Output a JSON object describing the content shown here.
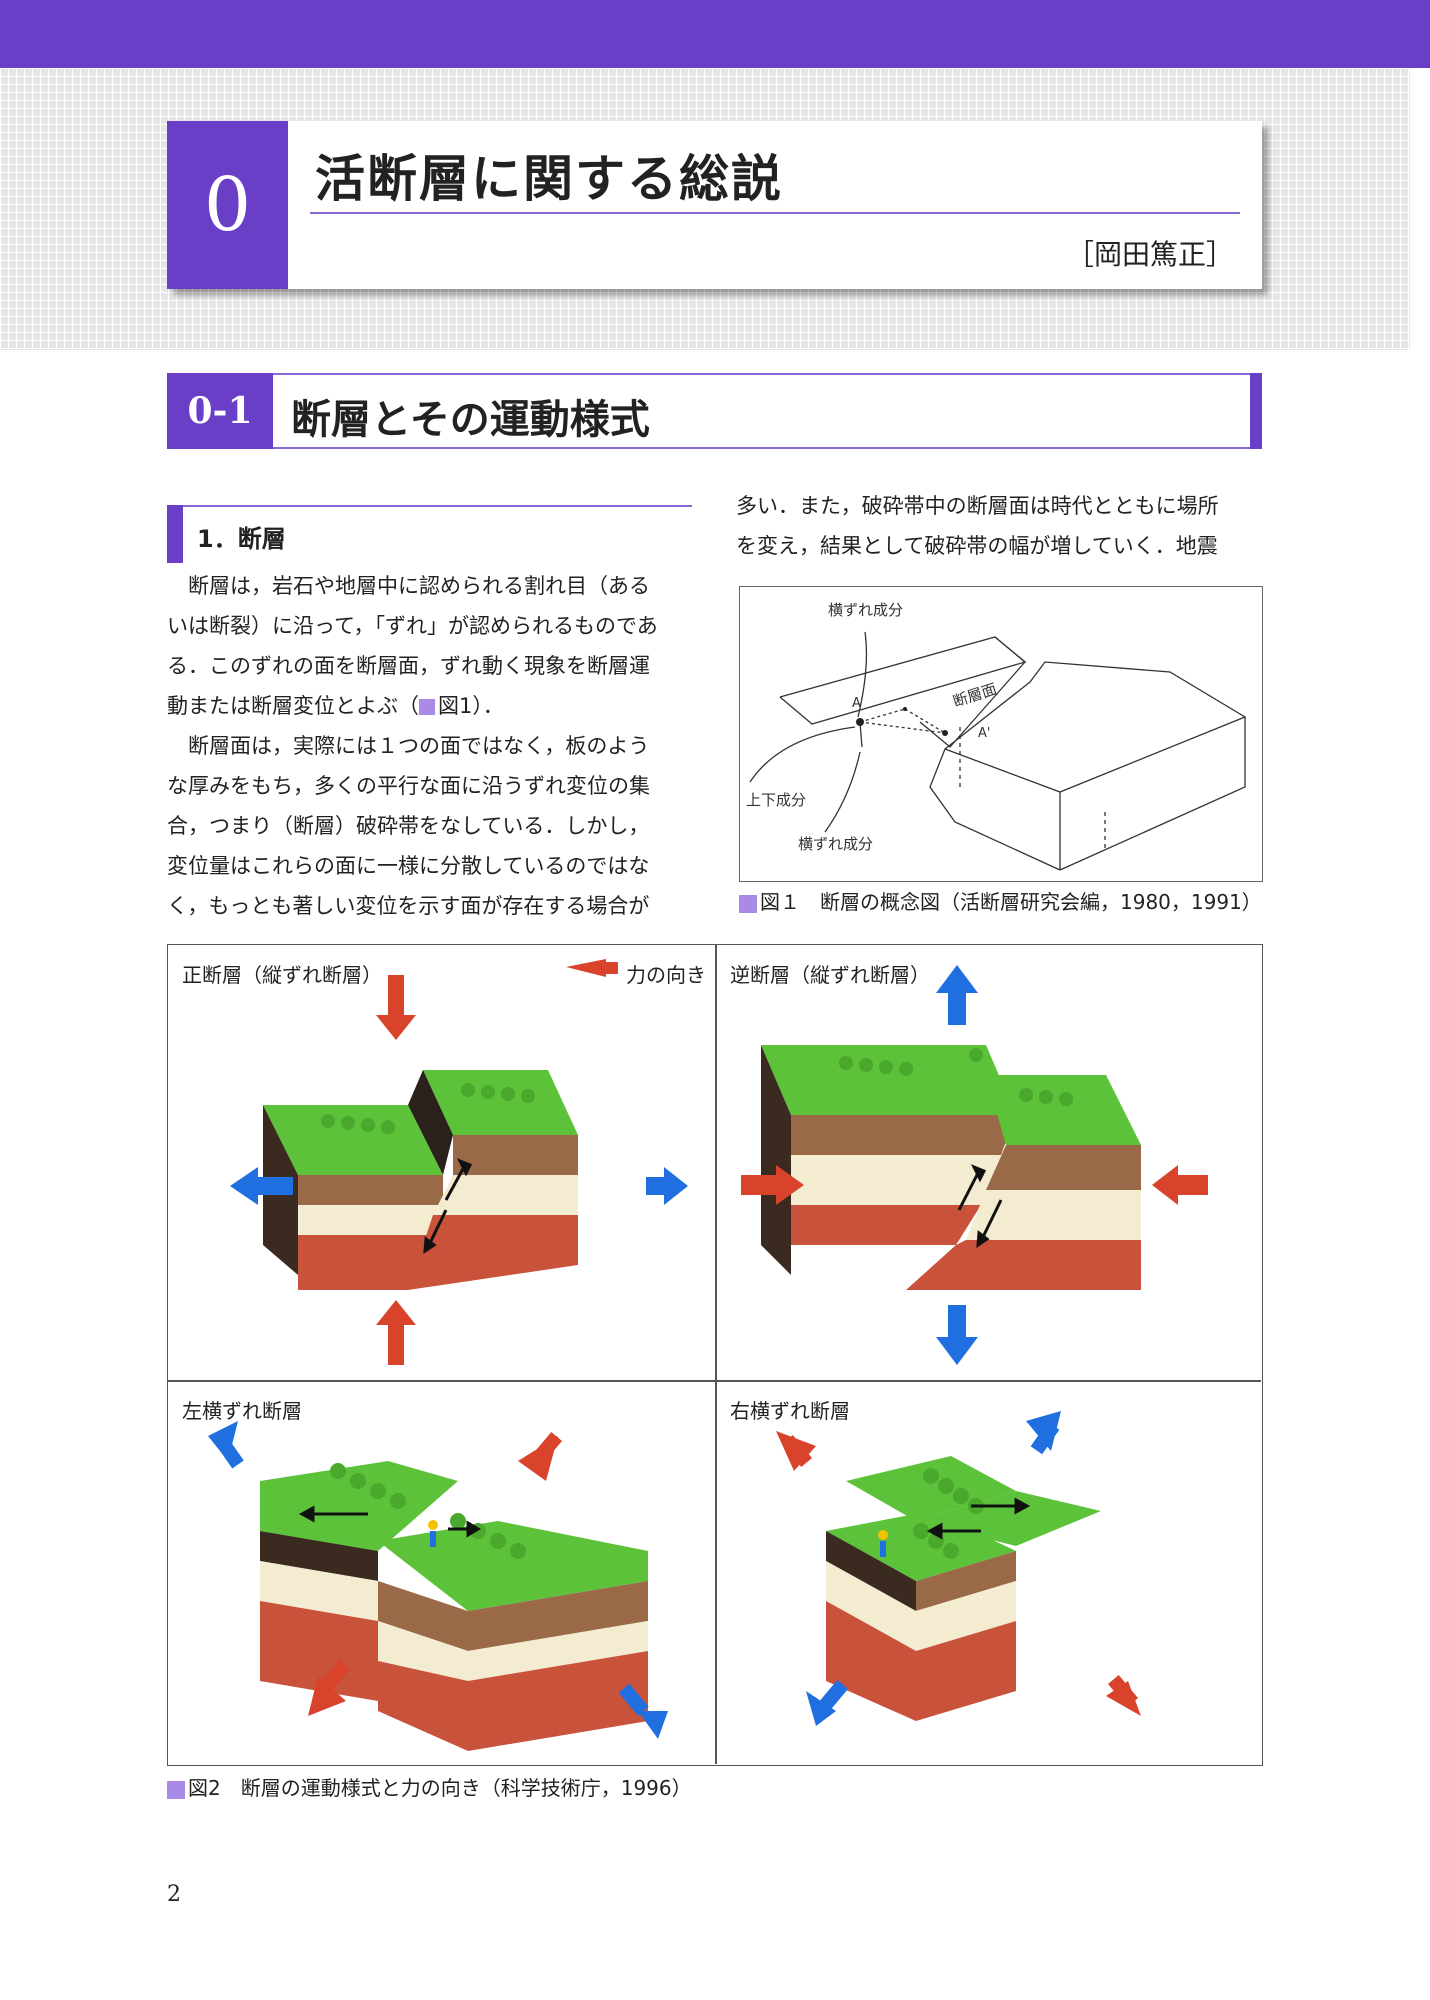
{
  "chapter": {
    "number": "0",
    "title": "活断層に関する総説",
    "author": "［岡田篤正］"
  },
  "section": {
    "number": "0-1",
    "title": "断層とその運動様式"
  },
  "subsection": {
    "title": "1．断層"
  },
  "left_lines": [
    "　断層は，岩石や地層中に認められる割れ目（ある",
    "いは断裂）に沿って，「ずれ」が認められるものであ",
    "る．このずれの面を断層面，ずれ動く現象を断層運",
    "動または断層変位とよぶ（",
    "　断層面は，実際には１つの面ではなく，板のよう",
    "な厚みをもち，多くの平行な面に沿うずれ変位の集",
    "合，つまり（断層）破砕帯をなしている．しかし，",
    "変位量はこれらの面に一様に分散しているのではな",
    "く，もっとも著しい変位を示す面が存在する場合が"
  ],
  "left_line4_ref": "図1",
  "left_line4_tail": "）．",
  "right_lines": [
    "多い．また，破砕帯中の断層面は時代とともに場所",
    "を変え，結果として破砕帯の幅が増していく．地震"
  ],
  "figure1": {
    "labels": {
      "horizontal": "横ずれ成分",
      "plane": "断層面",
      "vertical": "上下成分",
      "point_a": "A",
      "point_a2": "A'",
      "oblique": "横ずれ成分"
    },
    "caption_ref": "図１",
    "caption_text": "　断層の概念図（活断層研究会編，1980，1991）"
  },
  "figure2": {
    "panels": {
      "normal": "正断層（縦ずれ断層）",
      "force_legend": "力の向き",
      "reverse": "逆断層（縦ずれ断層）",
      "left_lateral": "左横ずれ断層",
      "right_lateral": "右横ずれ断層"
    },
    "caption_ref": "図2",
    "caption_text": "　断層の運動様式と力の向き（科学技術庁，1996）"
  },
  "page_number": "2",
  "colors": {
    "accent": "#6a3fc8",
    "accent_light": "#a98ae6",
    "compression_arrow": "#d9432b",
    "tension_arrow": "#1f6fe0",
    "grass": "#5cc23a"
  }
}
